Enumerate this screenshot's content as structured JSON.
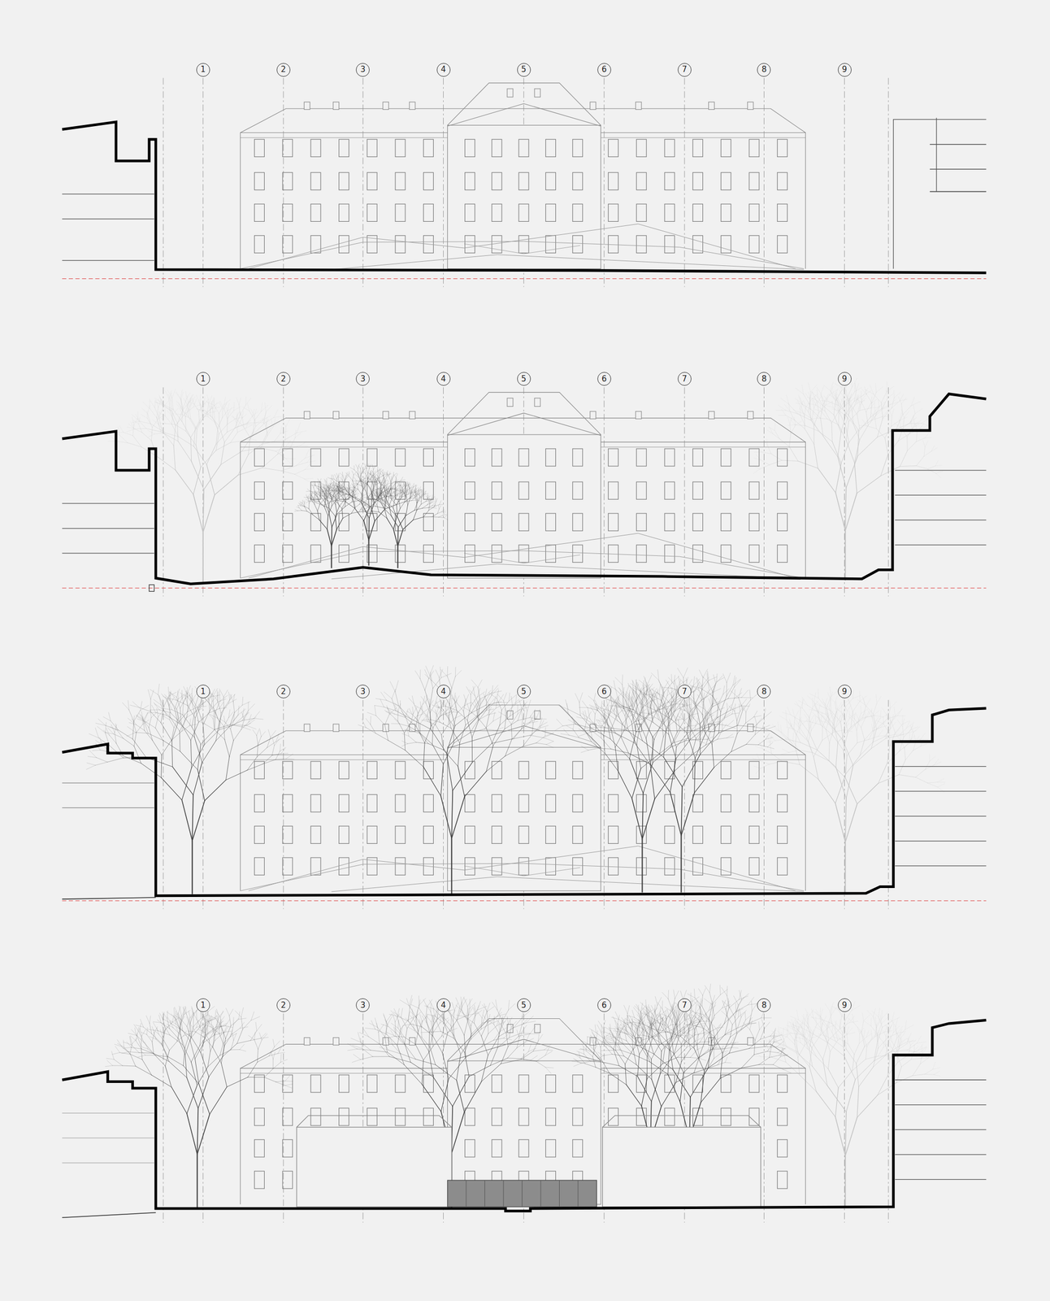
{
  "diagram": {
    "nodes": [
      {
        "text": [
          "1"
        ]
      },
      {
        "text": [
          "2"
        ]
      },
      {
        "text": [
          "3"
        ]
      },
      {
        "text": [
          "4"
        ]
      },
      {
        "text": [
          "5"
        ]
      },
      {
        "text": [
          "6"
        ]
      },
      {
        "text": [
          "7"
        ]
      },
      {
        "text": [
          "8"
        ]
      },
      {
        "text": [
          "9"
        ]
      },
      {
        "text": [
          "1"
        ]
      },
      {
        "text": [
          "2"
        ]
      },
      {
        "text": [
          "3"
        ]
      },
      {
        "text": [
          "4"
        ]
      },
      {
        "text": [
          "5"
        ]
      },
      {
        "text": [
          "6"
        ]
      },
      {
        "text": [
          "7"
        ]
      },
      {
        "text": [
          "8"
        ]
      },
      {
        "text": [
          "9"
        ]
      },
      {
        "text": [
          "1"
        ]
      },
      {
        "text": [
          "2"
        ]
      },
      {
        "text": [
          "3"
        ]
      },
      {
        "text": [
          "4"
        ]
      },
      {
        "text": [
          "5"
        ]
      },
      {
        "text": [
          "6"
        ]
      },
      {
        "text": [
          "7"
        ]
      },
      {
        "text": [
          "8"
        ]
      },
      {
        "text": [
          "9"
        ]
      },
      {
        "text": [
          "1"
        ]
      },
      {
        "text": [
          "2"
        ]
      },
      {
        "text": [
          "3"
        ]
      },
      {
        "text": [
          "4"
        ]
      },
      {
        "text": [
          "5"
        ]
      },
      {
        "text": [
          "6"
        ]
      },
      {
        "text": [
          "7"
        ]
      },
      {
        "text": [
          "8"
        ]
      },
      {
        "text": [
          "9"
        ]
      }
    ]
  }
}
